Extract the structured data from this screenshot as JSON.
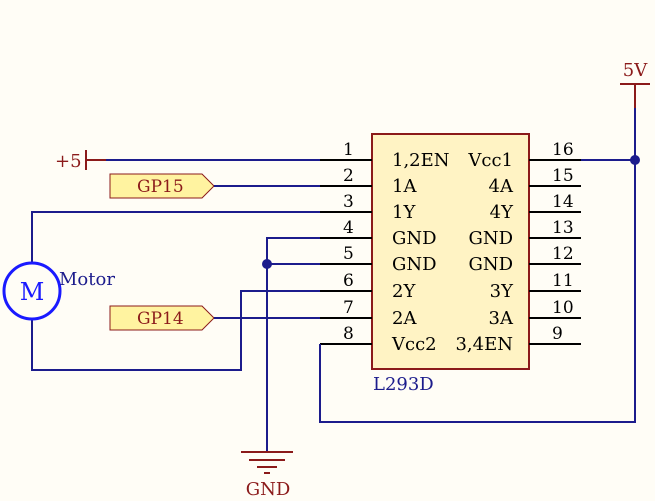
{
  "chip": {
    "name": "L293D",
    "left_pins": [
      {
        "num": "1",
        "label": "1,2EN"
      },
      {
        "num": "2",
        "label": "1A"
      },
      {
        "num": "3",
        "label": "1Y"
      },
      {
        "num": "4",
        "label": "GND"
      },
      {
        "num": "5",
        "label": "GND"
      },
      {
        "num": "6",
        "label": "2Y"
      },
      {
        "num": "7",
        "label": "2A"
      },
      {
        "num": "8",
        "label": "Vcc2"
      }
    ],
    "right_pins": [
      {
        "num": "16",
        "label": "Vcc1"
      },
      {
        "num": "15",
        "label": "4A"
      },
      {
        "num": "14",
        "label": "4Y"
      },
      {
        "num": "13",
        "label": "GND"
      },
      {
        "num": "12",
        "label": "GND"
      },
      {
        "num": "11",
        "label": "3Y"
      },
      {
        "num": "10",
        "label": "3A"
      },
      {
        "num": "9",
        "label": "3,4EN"
      }
    ]
  },
  "motor": {
    "symbol": "M",
    "label": "Motor"
  },
  "nets": {
    "plus5": "+5",
    "five_v": "5V",
    "gnd": "GND",
    "gp15": "GP15",
    "gp14": "GP14"
  },
  "colors": {
    "wire": "#1c1c8c",
    "power": "#8b1a1a",
    "label_fill": "#fff3a0",
    "motor": "#1a1aff"
  }
}
